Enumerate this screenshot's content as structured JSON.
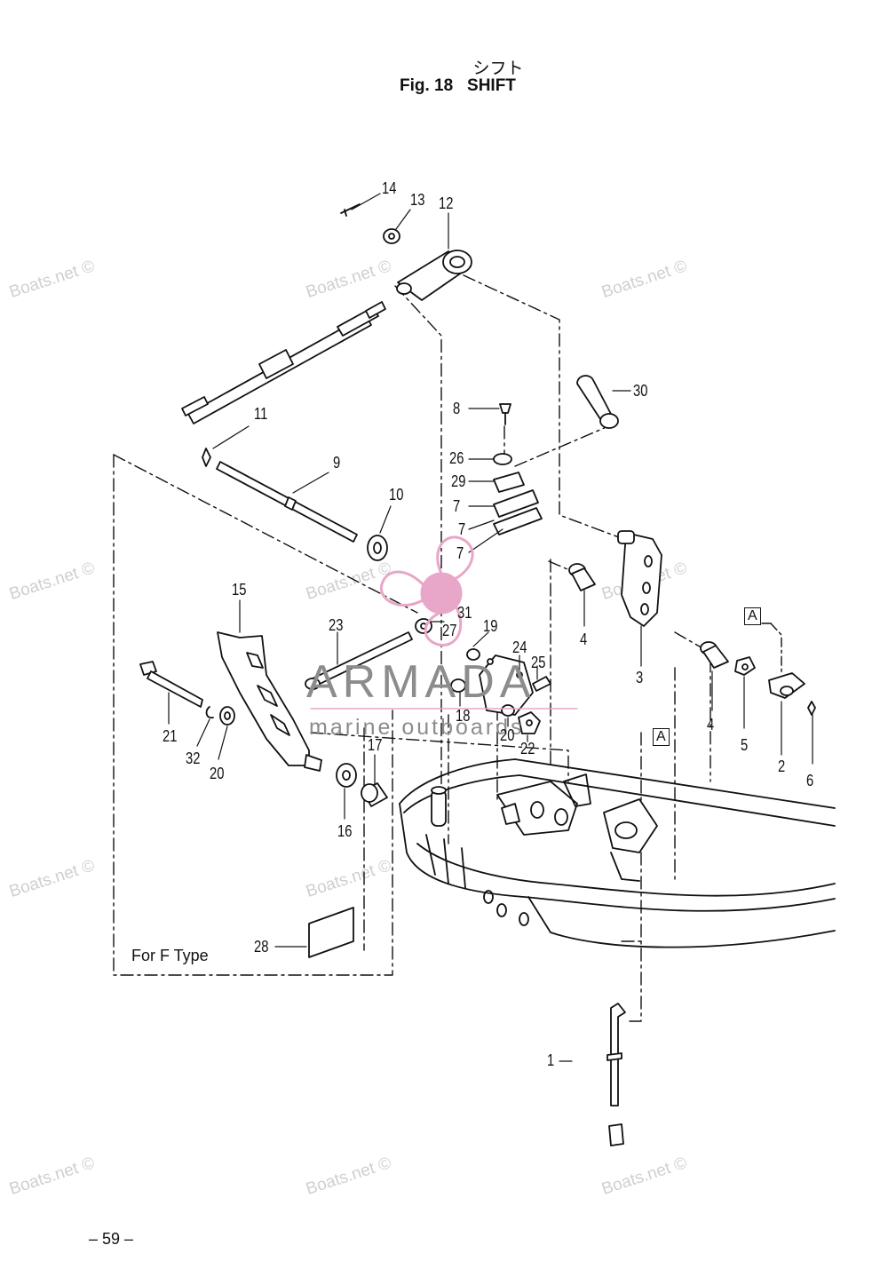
{
  "figure": {
    "title_jp": "シフト",
    "title": "Fig. 18   SHIFT",
    "page_number": "– 59 –"
  },
  "watermarks": [
    "Boats.net ©",
    "Boats.net ©",
    "Boats.net ©",
    "Boats.net ©",
    "Boats.net ©",
    "Boats.net ©",
    "Boats.net ©",
    "Boats.net ©",
    "Boats.net ©",
    "Boats.net ©",
    "Boats.net ©"
  ],
  "logo": {
    "brand": "ARMADA",
    "tagline": "marine outboards"
  },
  "notes": {
    "for_f_type": "For F Type"
  },
  "box_labels": {
    "a_top": "A",
    "a_right": "A"
  },
  "callouts": [
    "14",
    "13",
    "12",
    "30",
    "8",
    "26",
    "29",
    "7",
    "7",
    "7",
    "11",
    "9",
    "10",
    "4",
    "3",
    "15",
    "23",
    "31",
    "27",
    "19",
    "24",
    "25",
    "4",
    "5",
    "2",
    "6",
    "18",
    "20",
    "22",
    "21",
    "32",
    "20",
    "17",
    "16",
    "28",
    "1"
  ],
  "colors": {
    "ink": "#111111",
    "watermark": "#cfcfcf",
    "logo_pink": "#e8a6c8",
    "logo_text": "#8c8c8c"
  }
}
